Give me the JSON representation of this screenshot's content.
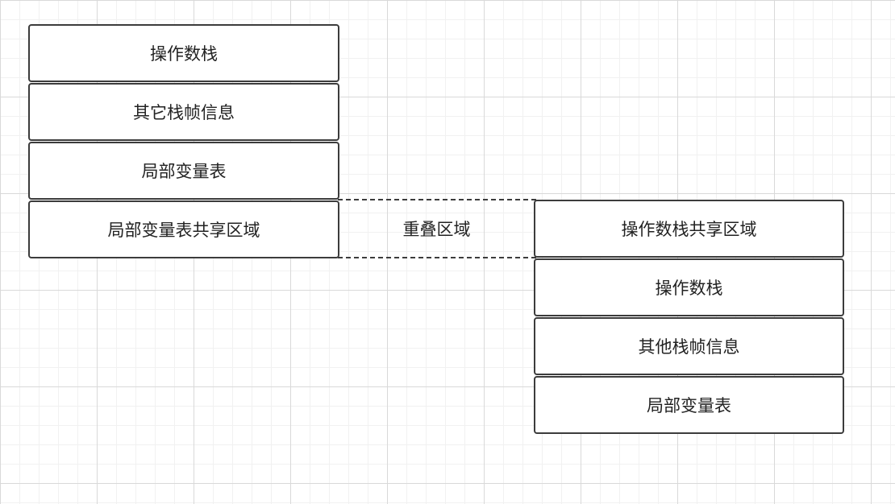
{
  "frame_a": {
    "cells": [
      "操作数栈",
      "其它栈帧信息",
      "局部变量表",
      "局部变量表共享区域"
    ]
  },
  "overlap": {
    "label": "重叠区域"
  },
  "frame_b": {
    "cells": [
      "操作数栈共享区域",
      "操作数栈",
      "其他栈帧信息",
      "局部变量表"
    ]
  }
}
